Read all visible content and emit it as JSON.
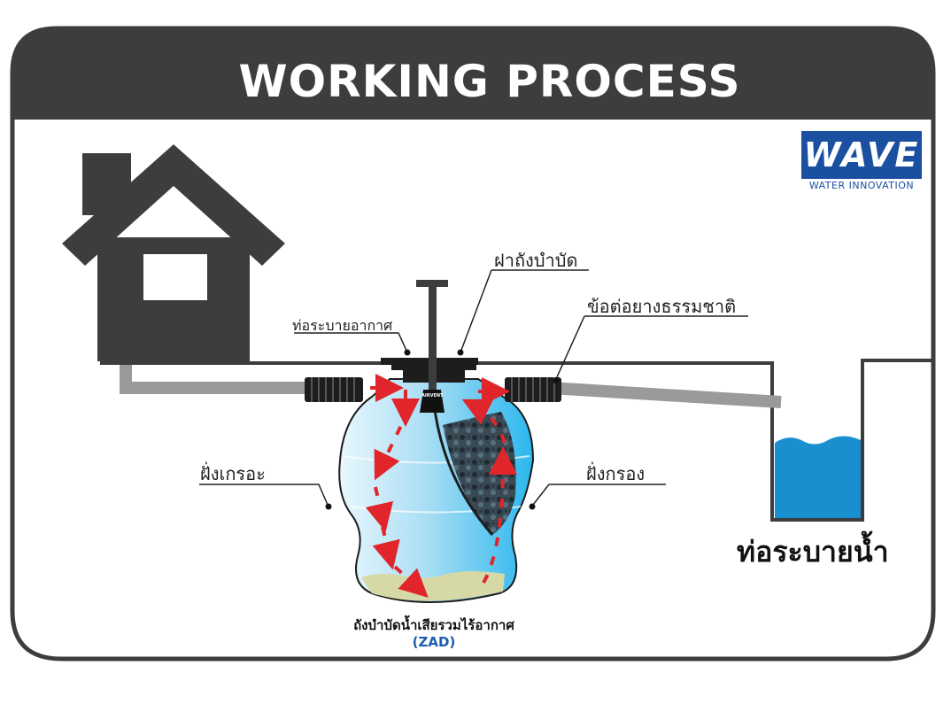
{
  "header": {
    "title": "WORKING PROCESS"
  },
  "brand": {
    "logo_text": "WAVE",
    "tagline": "WATER INNOVATION",
    "color": "#1b4fa0"
  },
  "labels": {
    "tank_lid": "ฝาถังบำบัด",
    "air_vent_pipe": "ท่อระบายอากาศ",
    "rubber_joint": "ข้อต่อยางธรรมชาติ",
    "settling_side": "ฝั่งเกรอะ",
    "filter_side": "ฝั่งกรอง",
    "drain_pipe": "ท่อระบายน้ำ",
    "airvent_mark": "AIRVENT"
  },
  "tank": {
    "caption": "ถังบำบัดน้ำเสียรวมไร้อากาศ",
    "code": "(ZAD)"
  },
  "colors": {
    "dark": "#3d3d3f",
    "pipe_gray": "#9a9a9a",
    "water_blue": "#1a8fd0",
    "flow_arrow": "#e0262b",
    "tank_blue": "#2bb7ee",
    "sludge": "#d6d9a6"
  }
}
